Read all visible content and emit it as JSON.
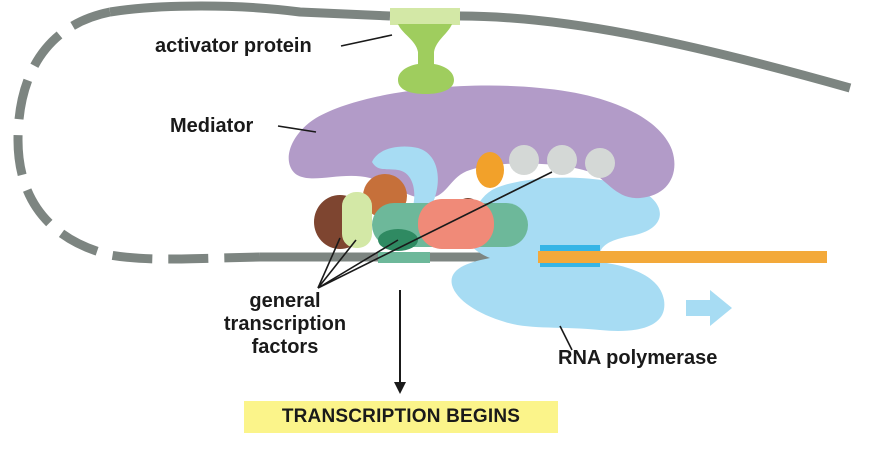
{
  "labels": {
    "activator_protein": "activator protein",
    "mediator": "Mediator",
    "general_transcription_factors": [
      "general",
      "transcription",
      "factors"
    ],
    "rna_polymerase": "RNA polymerase",
    "transcription_begins": "TRANSCRIPTION BEGINS"
  },
  "colors": {
    "dna": "#7d8581",
    "activator": "#9fcd5e",
    "mediator": "#b29bc8",
    "rna_polymerase": "#a7dcf3",
    "rna_transcript": "#f3a93a",
    "banner": "#fbf48a",
    "salmon_factor": "#f08a78",
    "teal_factor": "#6db89a",
    "brown_factor": "#7e4530",
    "rust_factor": "#c6703a",
    "pale_factor": "#d3e8a6",
    "grey_beads": "#d4d8d6",
    "orange_bead": "#f2a12a"
  }
}
